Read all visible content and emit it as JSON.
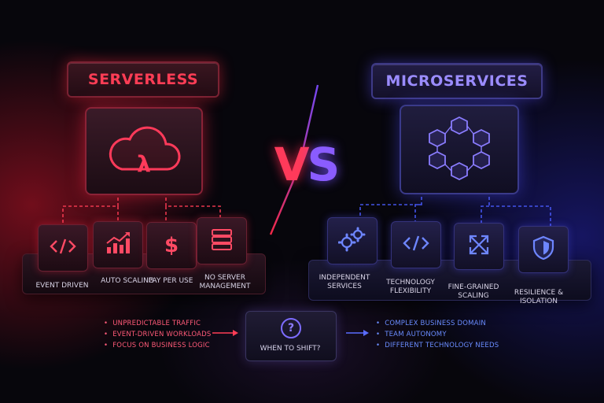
{
  "serverless": {
    "title": "SERVERLESS",
    "icon": "lambda-cloud-icon",
    "icon_glyph": "λ",
    "accent": "#ff3a5a",
    "features": [
      {
        "icon": "code-icon",
        "label": "EVENT DRIVEN"
      },
      {
        "icon": "growth-chart-icon",
        "label": "AUTO SCALING"
      },
      {
        "icon": "dollar-icon",
        "label": "PAY PER USE"
      },
      {
        "icon": "server-stack-icon",
        "label": "NO SERVER MANAGEMENT"
      }
    ],
    "when_to_use": [
      "UNPREDICTABLE TRAFFIC",
      "EVENT-DRIVEN WORKLOADS",
      "FOCUS ON BUSINESS LOGIC"
    ]
  },
  "vs": {
    "left": "V",
    "right": "S"
  },
  "microservices": {
    "title": "MICROSERVICES",
    "icon": "cube-network-icon",
    "accent": "#7b6bff",
    "features": [
      {
        "icon": "gears-icon",
        "label": "INDEPENDENT SERVICES"
      },
      {
        "icon": "code-icon",
        "label": "TECHNOLOGY FLEXIBILITY"
      },
      {
        "icon": "expand-arrows-icon",
        "label": "FINE-GRAINED SCALING"
      },
      {
        "icon": "shield-icon",
        "label": "RESILIENCE & ISOLATION"
      }
    ],
    "when_to_use": [
      "COMPLEX BUSINESS DOMAIN",
      "TEAM AUTONOMY",
      "DIFFERENT TECHNOLOGY NEEDS"
    ]
  },
  "decision": {
    "icon": "question-icon",
    "glyph": "?",
    "label": "WHEN TO SHIFT?"
  }
}
